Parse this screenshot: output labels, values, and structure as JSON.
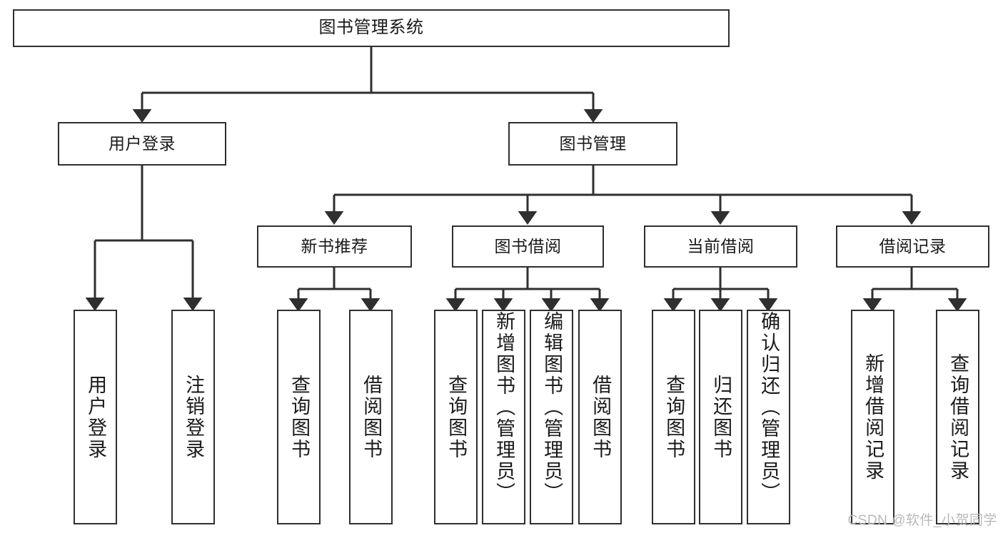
{
  "diagram": {
    "title": "图书管理系统",
    "type": "tree",
    "background": "#ffffff",
    "line_color": "#2f2f2f",
    "text_color": "#1a1a1a",
    "root": {
      "label": "图书管理系统"
    },
    "level2": [
      {
        "label": "用户登录"
      },
      {
        "label": "图书管理"
      }
    ],
    "level3": [
      {
        "label": "新书推荐"
      },
      {
        "label": "图书借阅"
      },
      {
        "label": "当前借阅"
      },
      {
        "label": "借阅记录"
      }
    ],
    "leaves": {
      "user_login": [
        {
          "label": "用户登录"
        },
        {
          "label": "注销登录"
        }
      ],
      "new_book": [
        {
          "label": "查询图书"
        },
        {
          "label": "借阅图书"
        }
      ],
      "book_borrow": [
        {
          "label": "查询图书"
        },
        {
          "label": "新增图书（管理员）"
        },
        {
          "label": "编辑图书（管理员）"
        },
        {
          "label": "借阅图书"
        }
      ],
      "current_borrow": [
        {
          "label": "查询图书"
        },
        {
          "label": "归还图书"
        },
        {
          "label": "确认归还（管理员）"
        }
      ],
      "borrow_record": [
        {
          "label": "新增借阅记录"
        },
        {
          "label": "查询借阅记录"
        }
      ]
    }
  },
  "watermark": {
    "text": "CSDN @软件_小贺同学"
  }
}
